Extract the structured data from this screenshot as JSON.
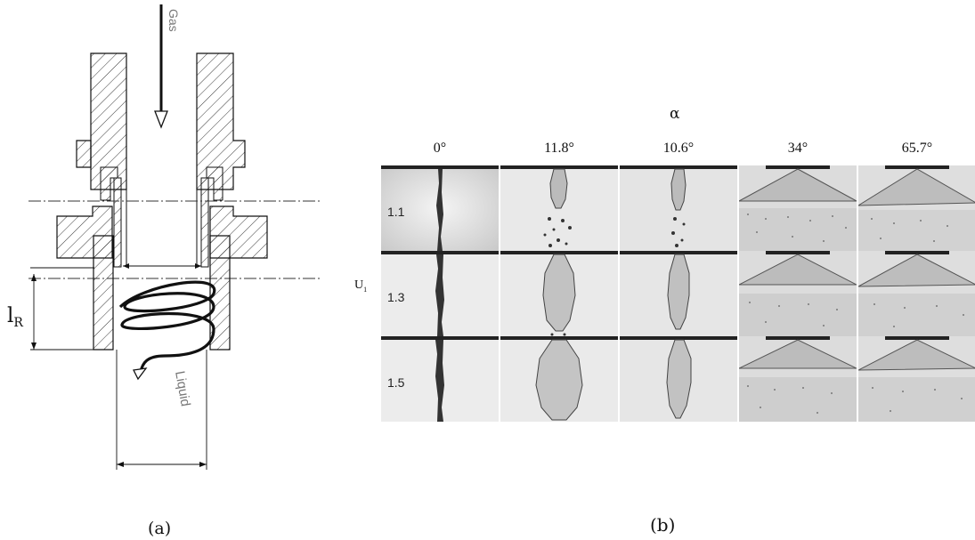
{
  "panel_a": {
    "label_top": "Gas",
    "label_flow": "Liquid",
    "dim_label_main": "l",
    "dim_label_sub": "R",
    "caption": "(a)"
  },
  "panel_b": {
    "axis_title": "α",
    "columns": [
      "0°",
      "11.8°",
      "10.6°",
      "34°",
      "65.7°"
    ],
    "row_axis_main": "U",
    "row_axis_sub": "1",
    "rows": [
      "1.1",
      "1.3",
      "1.5"
    ],
    "caption": "(b)"
  }
}
